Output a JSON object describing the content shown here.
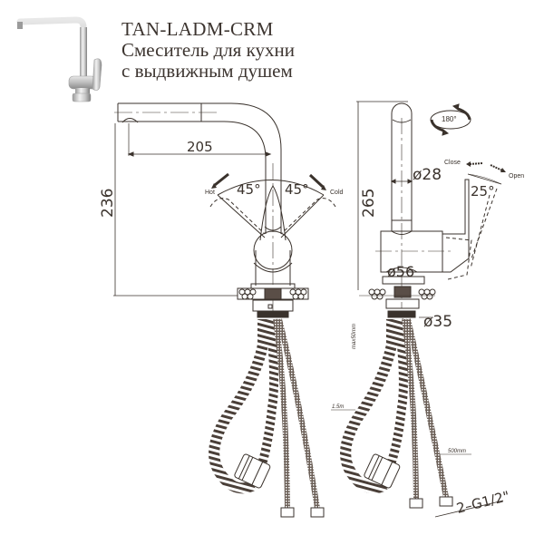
{
  "header": {
    "model": "TAN-LADM-CRM",
    "description_line1": "Смеситель для кухни",
    "description_line2": "с выдвижным душем"
  },
  "product_photo": {
    "icon": "faucet-photo"
  },
  "front_view": {
    "dim_height": "236",
    "dim_reach": "205",
    "angle_left": "45°",
    "angle_right": "45°",
    "label_hot": "Hot",
    "label_cold": "Cold"
  },
  "side_view": {
    "dim_height": "265",
    "dim_spout_diameter": "ø28",
    "dim_base_diameter": "ø56",
    "dim_mount_diameter": "ø35",
    "rotation": "180°",
    "label_close": "Close",
    "label_open": "Open",
    "lever_angle": "25°",
    "max_countertop": "max50mm",
    "hose_length": "1.5m",
    "supply_hose_length": "500mm",
    "connection": "2–G1/2\""
  },
  "colors": {
    "line": "#3a322c",
    "text": "#3d3530",
    "background": "#ffffff"
  }
}
